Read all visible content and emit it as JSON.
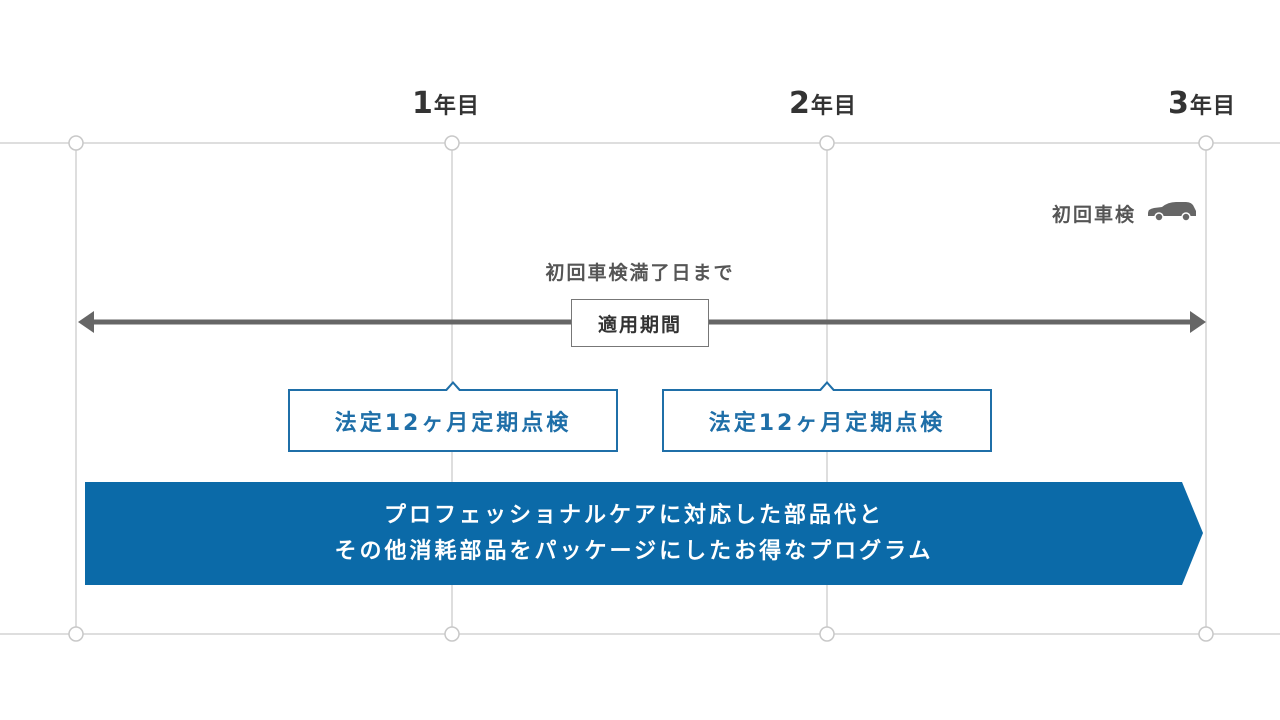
{
  "years": [
    {
      "num": "1",
      "suffix": "年目"
    },
    {
      "num": "2",
      "suffix": "年目"
    },
    {
      "num": "3",
      "suffix": "年目"
    }
  ],
  "first_inspection_label": "初回車検",
  "until_label": "初回車検満了日まで",
  "period_label": "適用期間",
  "inspections": [
    {
      "label": "法定12ヶ月定期点検"
    },
    {
      "label": "法定12ヶ月定期点検"
    }
  ],
  "banner": {
    "line1": "プロフェッショナルケアに対応した部品代と",
    "line2": "その他消耗部品をパッケージにしたお得なプログラム"
  },
  "colors": {
    "accent_blue": "#0b6aa8",
    "box_blue": "#1f6fa8",
    "arrow_gray": "#666666",
    "grid_gray": "#d4d4d4"
  },
  "icons": [
    "car-icon",
    "arrow-left-head",
    "arrow-right-head"
  ]
}
